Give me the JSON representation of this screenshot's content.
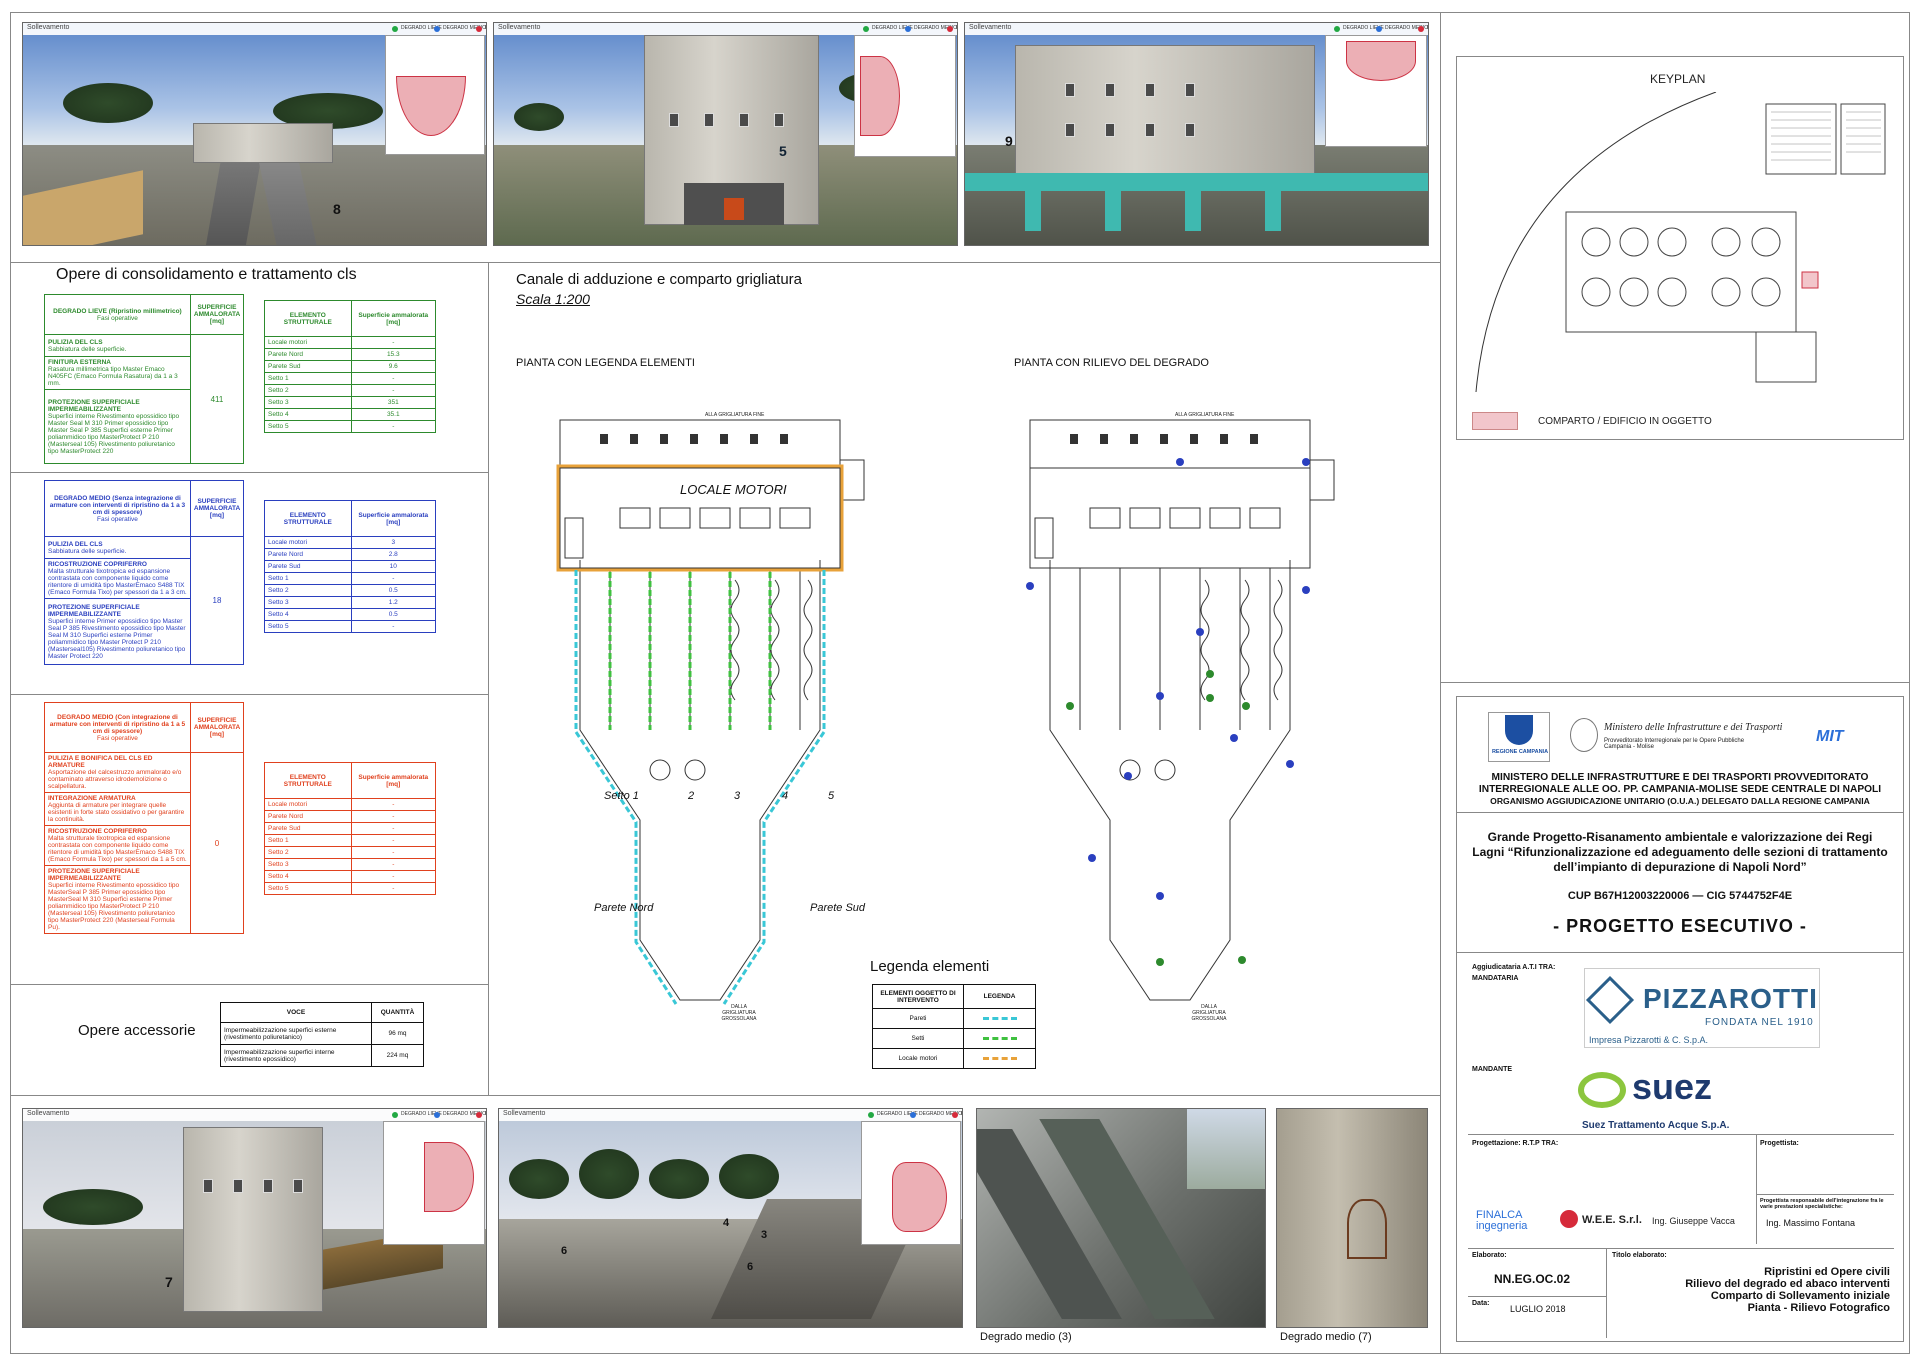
{
  "photos": {
    "header_label": "Sollevamento",
    "legend": [
      "DEGRADO LIEVE",
      "DEGRADO MEDIO",
      "DEGRADO GRAVE"
    ],
    "legend_colors": [
      "#22a843",
      "#2b6fd8",
      "#d62a3a"
    ],
    "tags": [
      "8",
      "5",
      "9",
      "7",
      "6",
      "4",
      "3",
      "6"
    ],
    "captions": [
      "Degrado medio (3)",
      "Degrado medio (7)"
    ]
  },
  "consolidamento": {
    "title": "Opere di consolidamento e trattamento cls",
    "lieve": {
      "header": "DEGRADO LIEVE (Ripristino millimetrico)",
      "fasi": "Fasi operative",
      "surf_header": "SUPERFICIE AMMALORATA [mq]",
      "value": "411",
      "phases": [
        {
          "title": "PULIZIA DEL CLS",
          "text": "Sabbiatura delle superficie."
        },
        {
          "title": "FINITURA ESTERNA",
          "text": "Rasatura millimetrica tipo Master Emaco N405FC (Emaco Formula Rasatura) da 1 a 3 mm."
        },
        {
          "title": "PROTEZIONE SUPERFICIALE IMPERMEABILIZZANTE",
          "text": "Superfici interne Rivestimento epossidico tipo Master Seal M 310 Primer epossidico tipo Master Seal P 385 Superfici esterne Primer poliammidico tipo MasterProtect P 210 (Masterseal 105) Rivestimento poliuretanico tipo MasterProtect 220"
        }
      ],
      "el_header": "ELEMENTO STRUTTURALE",
      "sup_header": "Superficie ammalorata [mq]",
      "rows": [
        [
          "Locale motori",
          "-"
        ],
        [
          "Parete Nord",
          "15.3"
        ],
        [
          "Parete Sud",
          "9.6"
        ],
        [
          "Setto 1",
          "-"
        ],
        [
          "Setto 2",
          "-"
        ],
        [
          "Setto 3",
          "351"
        ],
        [
          "Setto 4",
          "35.1"
        ],
        [
          "Setto 5",
          "-"
        ]
      ]
    },
    "medio1": {
      "header": "DEGRADO MEDIO (Senza integrazione di armature con interventi di ripristino da 1 a 3 cm di spessore)",
      "fasi": "Fasi operative",
      "surf_header": "SUPERFICIE AMMALORATA [mq]",
      "value": "18",
      "phases": [
        {
          "title": "PULIZIA DEL CLS",
          "text": "Sabbiatura delle superficie."
        },
        {
          "title": "RICOSTRUZIONE COPRIFERRO",
          "text": "Malta strutturale tixotropica ed espansione contrastata con componente liquido come ritentore di umidità tipo MasterEmaco S488 TIX (Emaco Formula Tixo) per spessori da 1 a 3 cm."
        },
        {
          "title": "PROTEZIONE SUPERFICIALE IMPERMEABILIZZANTE",
          "text": "Superfici interne Primer epossidico tipo Master Seal P 385 Rivestimento epossidico tipo Master Seal M 310 Superfici esterne Primer poliammidico tipo Master Protect P 210 (Masterseal105) Rivestimento poliuretanico tipo Master Protect 220"
        }
      ],
      "el_header": "ELEMENTO STRUTTURALE",
      "sup_header": "Superficie ammalorata [mq]",
      "rows": [
        [
          "Locale motori",
          "3"
        ],
        [
          "Parete Nord",
          "2.8"
        ],
        [
          "Parete Sud",
          "10"
        ],
        [
          "Setto 1",
          "-"
        ],
        [
          "Setto 2",
          "0.5"
        ],
        [
          "Setto 3",
          "1.2"
        ],
        [
          "Setto 4",
          "0.5"
        ],
        [
          "Setto 5",
          "-"
        ]
      ]
    },
    "medio2": {
      "header": "DEGRADO MEDIO (Con integrazione di armature con interventi di ripristino da 1 a 5 cm di spessore)",
      "fasi": "Fasi operative",
      "surf_header": "SUPERFICIE AMMALORATA [mq]",
      "value": "0",
      "phases": [
        {
          "title": "PULIZIA E BONIFICA DEL CLS ED ARMATURE",
          "text": "Asportazione del calcestruzzo ammalorato e/o contaminato attraverso idrodemolizione o scalpellatura."
        },
        {
          "title": "INTEGRAZIONE ARMATURA",
          "text": "Aggiunta di armature per integrare quelle esistenti in forte stato ossidativo o per garantire la continuità."
        },
        {
          "title": "RICOSTRUZIONE COPRIFERRO",
          "text": "Malta strutturale tixotropica ed espansione contrastata con componente liquido come ritentore di umidità tipo MasterEmaco S488 TIX (Emaco Formula Tixo) per spessori da 1 a 5 cm."
        },
        {
          "title": "PROTEZIONE SUPERFICIALE IMPERMEABILIZZANTE",
          "text": "Superfici interne Rivestimento epossidico tipo MasterSeal P 385 Primer epossidico tipo MasterSeal M 310 Superfici esterne Primer poliammidico tipo MasterProtect P 210 (Masterseal 105) Rivestimento poliuretanico tipo MasterProtect 220 (Masterseal Formula Pu)."
        }
      ],
      "el_header": "ELEMENTO STRUTTURALE",
      "sup_header": "Superficie ammalorata [mq]",
      "rows": [
        [
          "Locale motori",
          "-"
        ],
        [
          "Parete Nord",
          "-"
        ],
        [
          "Parete Sud",
          "-"
        ],
        [
          "Setto 1",
          "-"
        ],
        [
          "Setto 2",
          "-"
        ],
        [
          "Setto 3",
          "-"
        ],
        [
          "Setto 4",
          "-"
        ],
        [
          "Setto 5",
          "-"
        ]
      ]
    }
  },
  "accessorie": {
    "title": "Opere accessorie",
    "col1": "VOCE",
    "col2": "QUANTITÀ",
    "rows": [
      [
        "Impermeabilizzazione superfici esterne (rivestimento poliuretanico)",
        "96 mq"
      ],
      [
        "Impermeabilizzazione superfici interne (rivestimento epossidico)",
        "224 mq"
      ]
    ]
  },
  "canale": {
    "title": "Canale di adduzione e comparto grigliatura",
    "scale": "Scala 1:200",
    "plan1": "PIANTA CON LEGENDA ELEMENTI",
    "plan2": "PIANTA CON RILIEVO DEL DEGRADO",
    "locale": "LOCALE MOTORI",
    "setti": [
      "Setto 1",
      "2",
      "3",
      "4",
      "5"
    ],
    "parete_nord": "Parete Nord",
    "parete_sud": "Parete Sud",
    "top_note": "ALLA GRIGLIATURA FINE",
    "bottom_note": "DALLA GRIGLIATURA GROSSOLANA",
    "legend_title": "Legenda elementi",
    "legend_col1": "ELEMENTI OGGETTO DI INTERVENTO",
    "legend_col2": "LEGENDA",
    "legend_rows": [
      "Pareti",
      "Setti",
      "Locale motori"
    ],
    "legend_colors": [
      "#39c7d6",
      "#3fc13f",
      "#e8a23a"
    ]
  },
  "keyplan": {
    "title": "KEYPLAN",
    "legend": "COMPARTO / EDIFICIO IN OGGETTO",
    "legend_color": "#f2c6cb"
  },
  "titleblock": {
    "regione": "REGIONE CAMPANIA",
    "ministero_logo": "Ministero delle Infrastrutture e dei Trasporti",
    "ministero_sub": "Provveditorato Interregionale per le Opere Pubbliche Campania - Molise",
    "mit": "MIT",
    "line1": "MINISTERO DELLE INFRASTRUTTURE E DEI TRASPORTI PROVVEDITORATO",
    "line2": "INTERREGIONALE ALLE OO. PP. CAMPANIA-MOLISE SEDE CENTRALE DI NAPOLI",
    "line3": "ORGANISMO AGGIUDICAZIONE UNITARIO (O.U.A.) DELEGATO DALLA REGIONE CAMPANIA",
    "project": "Grande Progetto-Risanamento ambientale e valorizzazione dei Regi Lagni “Rifunzionalizzazione ed adeguamento delle sezioni di trattamento dell’impianto di depurazione di Napoli Nord”",
    "cup": "CUP B67H12003220006 — CIG 5744752F4E",
    "esecutivo": "- PROGETTO ESECUTIVO -",
    "aggiudicataria": "Aggiudicataria A.T.I TRA:",
    "mandataria": "MANDATARIA",
    "pizzarotti": "PIZZAROTTI",
    "fondata": "FONDATA NEL 1910",
    "impresa": "Impresa Pizzarotti & C. S.p.A.",
    "mandante": "MANDANTE",
    "suez": "suez",
    "suez_sub": "Suez Trattamento Acque S.p.A.",
    "progettazione": "Progettazione: R.T.P TRA:",
    "progettista": "Progettista:",
    "finalca": "FINALCA ingegneria",
    "wee": "W.E.E. S.r.l.",
    "vacca": "Ing. Giuseppe Vacca",
    "resp": "Progettista responsabile dell'integrazione fra le varie prestazioni specialistiche:",
    "fontana": "Ing. Massimo Fontana",
    "elaborato_lbl": "Elaborato:",
    "elaborato": "NN.EG.OC.02",
    "titolo_lbl": "Titolo elaborato:",
    "titolo": [
      "Ripristini ed Opere civili",
      "Rilievo del degrado ed abaco interventi",
      "Comparto di Sollevamento iniziale",
      "Pianta - Rilievo Fotografico"
    ],
    "data_lbl": "Data:",
    "data": "LUGLIO 2018"
  }
}
